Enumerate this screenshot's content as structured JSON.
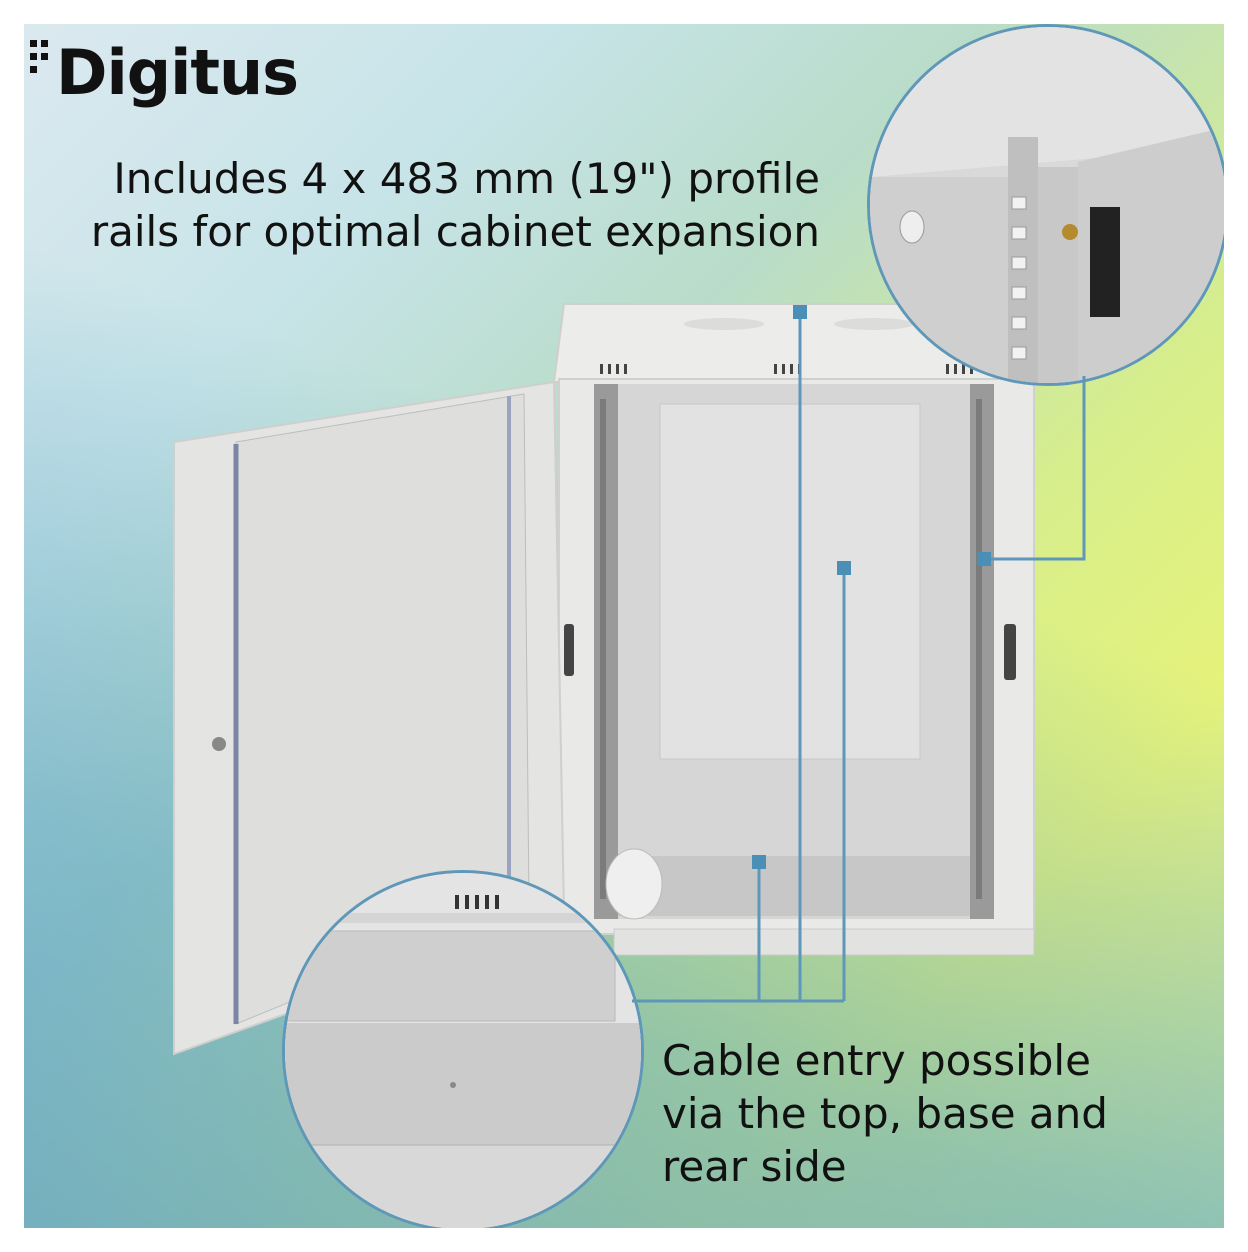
{
  "brand": {
    "name": "Digitus"
  },
  "captions": {
    "top_line1": "Includes 4 x 483 mm (19\") profile",
    "top_line2": "rails for optimal cabinet expansion",
    "bottom_line1": "Cable entry possible",
    "bottom_line2": "via the top, base and",
    "bottom_line3": "rear side"
  },
  "colors": {
    "callout_line": "#5f97b8",
    "text": "#111111",
    "cabinet": "#e8e8e6"
  },
  "icons": {
    "logo_mark": "pixel-dots-icon"
  }
}
